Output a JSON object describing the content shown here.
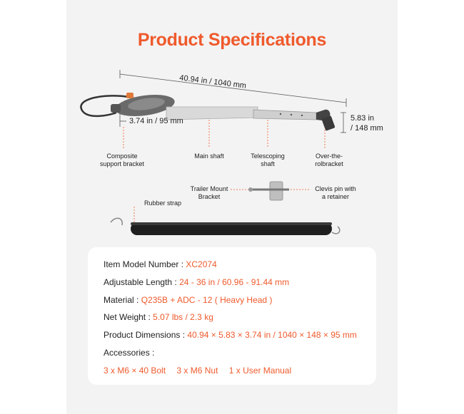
{
  "title": "Product Specifications",
  "dimensions": {
    "length": "40.94 in / 1040 mm",
    "width": "3.74 in / 95 mm",
    "height_line1": "5.83 in",
    "height_line2": "/ 148 mm"
  },
  "parts": {
    "composite_bracket": [
      "Composite",
      "support bracket"
    ],
    "main_shaft": "Main shaft",
    "telescoping_shaft": [
      "Telescoping",
      "shaft"
    ],
    "over_the_roll_bracket": [
      "Over-the-",
      "rolbracket"
    ],
    "trailer_mount_bracket": [
      "Trailer Mount",
      "Bracket"
    ],
    "clevis_pin": [
      "Clevis pin with",
      "a retainer"
    ],
    "rubber_strap": "Rubber strap"
  },
  "specs": [
    {
      "label": "Item Model Number : ",
      "value": "XC2074"
    },
    {
      "label": "Adjustable Length : ",
      "value": "24 - 36 in / 60.96 - 91.44 mm"
    },
    {
      "label": "Material : ",
      "value": "Q235B + ADC - 12 ( Heavy Head )"
    },
    {
      "label": "Net Weight : ",
      "value": "5.07 lbs / 2.3 kg"
    },
    {
      "label": "Product Dimensions : ",
      "value": "40.94 × 5.83 × 3.74 in / 1040 × 148 × 95 mm"
    }
  ],
  "accessories_label": "Accessories :",
  "accessories": [
    "3 x M6 × 40 Bolt",
    "3 x M6 Nut",
    "1 x User Manual"
  ],
  "colors": {
    "accent": "#ef5a2c",
    "panel": "#f3f3f3"
  }
}
